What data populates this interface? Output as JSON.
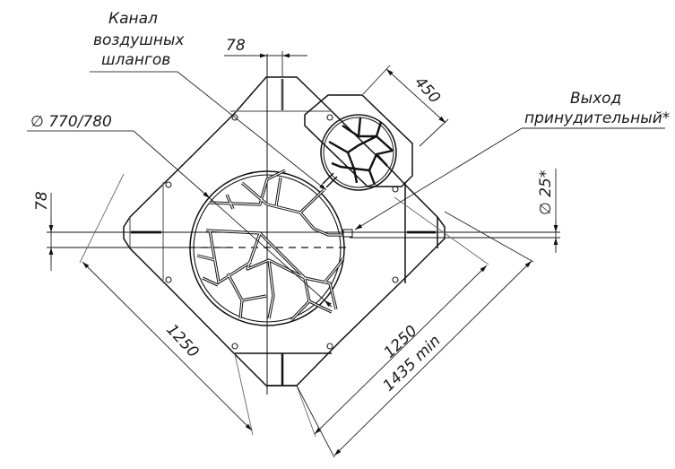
{
  "drawing": {
    "title": "Top view - fire pit base with grate and forced air outlet",
    "labels": {
      "air_hose_channel": [
        "Канал",
        "воздушных",
        "шлангов"
      ],
      "forced_outlet": [
        "Выход",
        "принудительный*"
      ],
      "diameter_grate": "∅ 770/780"
    },
    "dimensions": {
      "top_slot_width": "78",
      "left_slot_width": "78",
      "small_grate_size": "450",
      "outlet_diameter": "∅ 25*",
      "side_left": "1250",
      "side_right": "1250",
      "clearance_min": "1435 min"
    },
    "colors": {
      "line": "#111111",
      "secondary_line": "#666666",
      "background": "#ffffff"
    }
  }
}
